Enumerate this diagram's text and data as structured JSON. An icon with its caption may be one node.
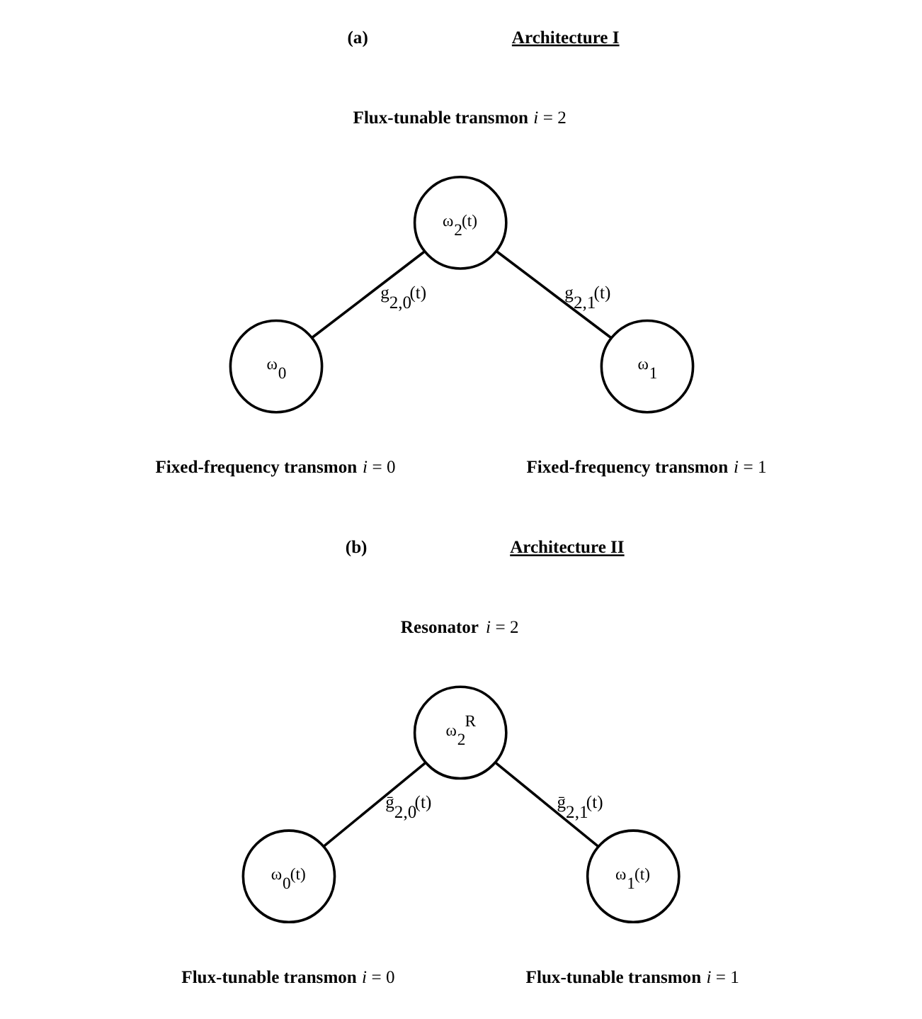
{
  "diagram": {
    "nodes": [
      {
        "text": [
          "ω$_{2}$(t)"
        ],
        "beside": [
          "**Flux-tunable transmon** *i* = 2"
        ]
      },
      {
        "text": [
          "ω$_{0}$"
        ],
        "beside": [
          "**Fixed-frequency transmon** *i* = 0"
        ]
      },
      {
        "text": [
          "ω$_{1}$"
        ],
        "beside": [
          "**Fixed-frequency transmon** *i* = 1"
        ]
      },
      {
        "text": [
          "ω$_{2}$$^{R}$"
        ],
        "beside": [
          "**Resonator** *i* = 2"
        ]
      },
      {
        "text": [
          "ω$_{0}$(t)"
        ],
        "beside": [
          "**Flux-tunable transmon** *i* = 0"
        ]
      },
      {
        "text": [
          "ω$_{1}$(t)"
        ],
        "beside": [
          "**Flux-tunable transmon** *i* = 1"
        ]
      }
    ],
    "edges": [
      {
        "from": 0,
        "to": 1,
        "arrow": "none",
        "label": "g$_{2,0}$(t)"
      },
      {
        "from": 0,
        "to": 2,
        "arrow": "none",
        "label": "g$_{2,1}$(t)"
      },
      {
        "from": 3,
        "to": 4,
        "arrow": "none",
        "label": "ḡ$_{2,0}$(t)"
      },
      {
        "from": 3,
        "to": 5,
        "arrow": "none",
        "label": "ḡ$_{2,1}$(t)"
      }
    ],
    "labels": [
      "(a)",
      "Architecture I",
      "(b)",
      "Architecture II"
    ]
  }
}
